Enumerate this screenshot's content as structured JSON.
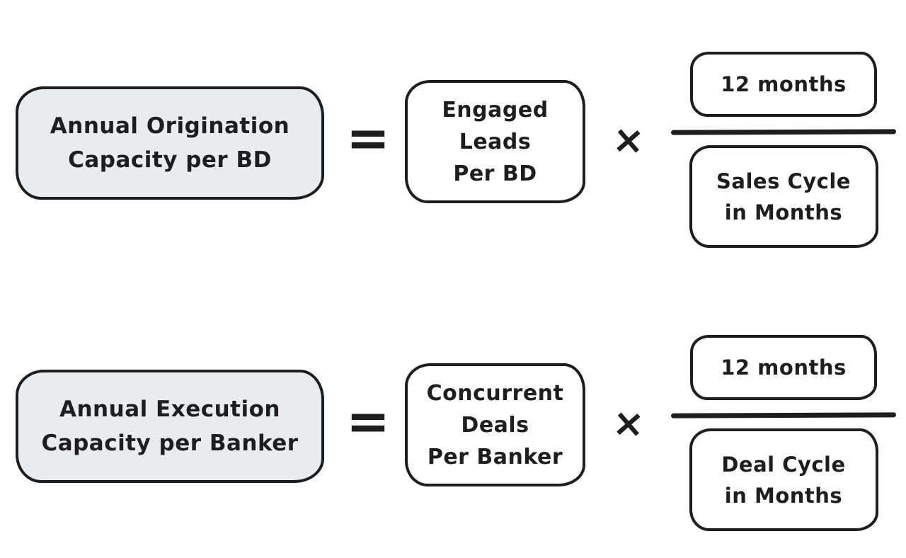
{
  "canvas": {
    "background": "#ffffff",
    "stroke_color": "#1e1e1e",
    "gray_fill": "#e9ecef",
    "white_fill": "#ffffff"
  },
  "formulas": [
    {
      "result": {
        "lines": [
          "Annual Origination",
          "Capacity per BD"
        ]
      },
      "equals": "=",
      "factor": {
        "lines": [
          "Engaged",
          "Leads",
          "Per BD"
        ]
      },
      "times": "×",
      "fraction": {
        "numerator": "12 months",
        "denominator_lines": [
          "Sales Cycle",
          "in Months"
        ]
      }
    },
    {
      "result": {
        "lines": [
          "Annual Execution",
          "Capacity per Banker"
        ]
      },
      "equals": "=",
      "factor": {
        "lines": [
          "Concurrent",
          "Deals",
          "Per Banker"
        ]
      },
      "times": "×",
      "fraction": {
        "numerator": "12 months",
        "denominator_lines": [
          "Deal Cycle",
          "in Months"
        ]
      }
    }
  ]
}
